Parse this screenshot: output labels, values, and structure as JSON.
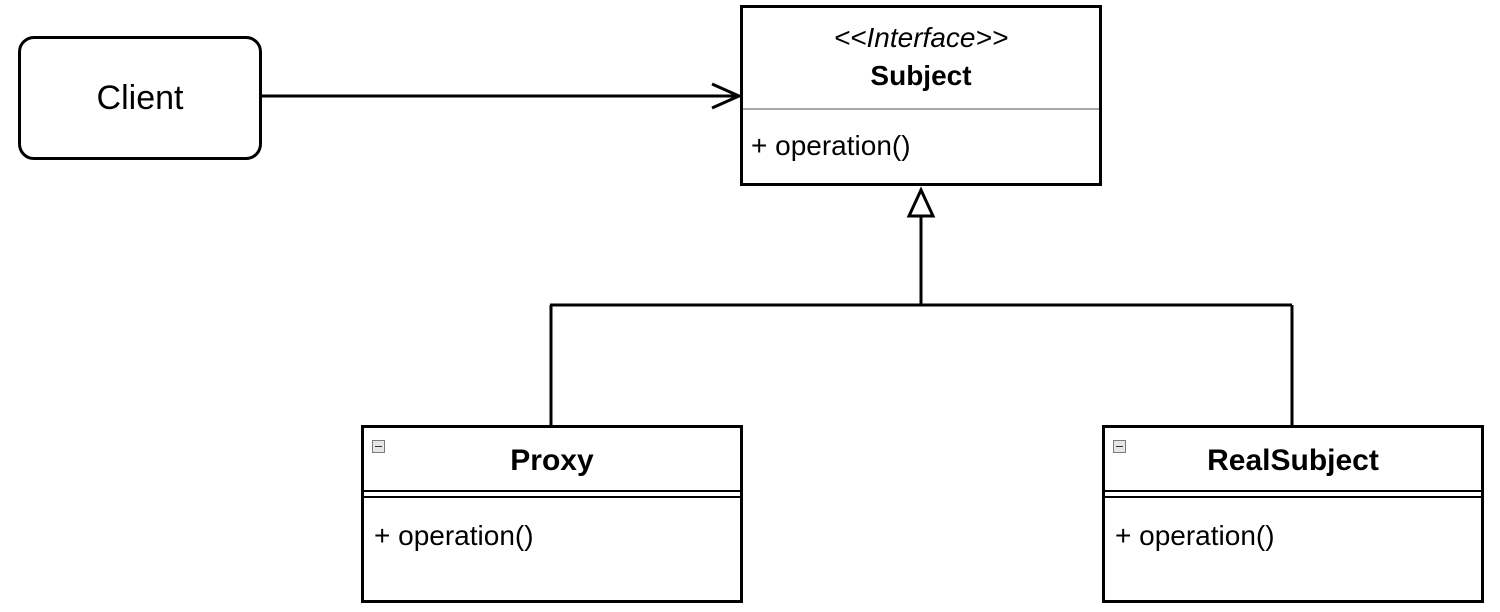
{
  "client": {
    "label": "Client"
  },
  "subject": {
    "stereotype": "<<Interface>>",
    "name": "Subject",
    "operation": "+ operation()"
  },
  "proxy": {
    "name": "Proxy",
    "operation": "+ operation()"
  },
  "real_subject": {
    "name": "RealSubject",
    "operation": "+ operation()"
  },
  "relations": [
    {
      "from": "Client",
      "to": "Subject",
      "kind": "association"
    },
    {
      "from": "Proxy",
      "to": "Subject",
      "kind": "realization"
    },
    {
      "from": "RealSubject",
      "to": "Subject",
      "kind": "realization"
    }
  ]
}
